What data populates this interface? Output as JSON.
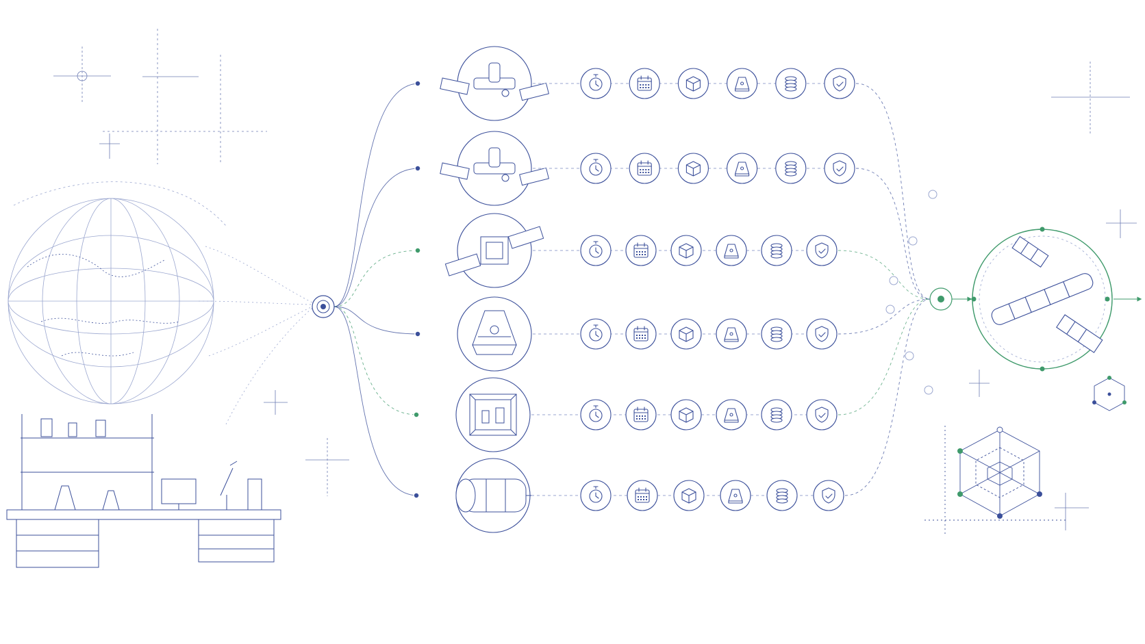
{
  "colors": {
    "ink": "#3b4f9a",
    "ink_light": "#9aa6cf",
    "accent_green": "#3f9a6b",
    "paper": "#ffffff"
  },
  "origin": {
    "name": "research-lab-and-globe"
  },
  "hub": {
    "name": "distribution-hub"
  },
  "merge": {
    "name": "convergence-node"
  },
  "destination": {
    "name": "space-station"
  },
  "routes": [
    {
      "vehicle": "space-station-icon",
      "marker": "blue",
      "path": "solid"
    },
    {
      "vehicle": "satellite-icon",
      "marker": "blue",
      "path": "solid"
    },
    {
      "vehicle": "cubesat-icon",
      "marker": "green",
      "path": "dashed"
    },
    {
      "vehicle": "capsule-icon",
      "marker": "blue",
      "path": "solid"
    },
    {
      "vehicle": "payload-rack-icon",
      "marker": "green",
      "path": "dashed"
    },
    {
      "vehicle": "module-cylinder-icon",
      "marker": "blue",
      "path": "solid"
    }
  ],
  "steps": [
    "stopwatch-icon",
    "calendar-icon",
    "package-icon",
    "capsule-icon",
    "coin-stack-icon",
    "shield-check-icon"
  ]
}
